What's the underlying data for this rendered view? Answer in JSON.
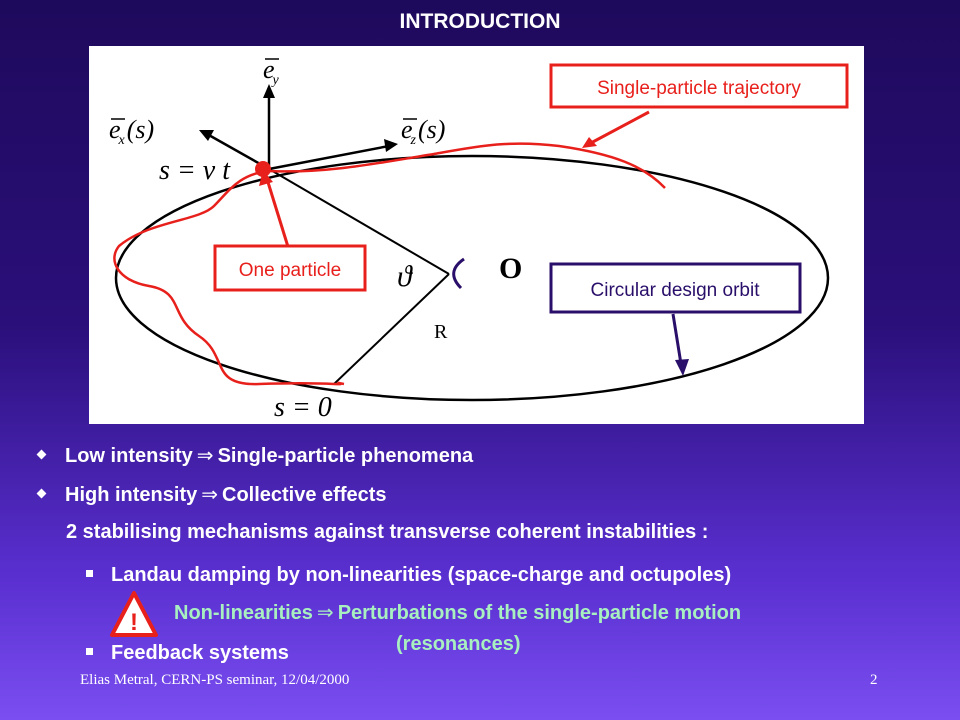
{
  "slide": {
    "title": "INTRODUCTION",
    "footer_left": "Elias Metral, CERN-PS seminar, 12/04/2000",
    "page_number": "2"
  },
  "figure": {
    "label_trajectory": "Single-particle trajectory",
    "label_particle": "One particle",
    "label_orbit": "Circular design orbit",
    "label_center": "O",
    "label_radius": "R",
    "label_theta": "ϑ",
    "label_ey_e": "e",
    "label_ey_sub": "y",
    "label_ex_e": "e",
    "label_ex_sub": "x",
    "label_ex_arg": "(s)",
    "label_ez_e": "e",
    "label_ez_sub": "z",
    "label_ez_arg": "(s)",
    "label_s_vt": "s = v t",
    "label_s_0": "s = 0"
  },
  "bullets": [
    {
      "left": "Low intensity",
      "arrow": "⇒",
      "right": "Single-particle phenomena"
    },
    {
      "left": "High intensity",
      "arrow": "⇒",
      "right": "Collective effects"
    }
  ],
  "mechanisms_intro": "2 stabilising mechanisms against transverse coherent instabilities :",
  "mechanisms": [
    "Landau damping by non-linearities (space-charge and octupoles)",
    "Feedback systems"
  ],
  "warning": {
    "symbol": "!",
    "left": "Non-linearities",
    "arrow": "⇒",
    "right_line1": "Perturbations of the single-particle motion",
    "right_line2": "(resonances)"
  },
  "colors": {
    "red": "#e8201c",
    "navy": "#2a0f6a",
    "green_text": "#a8f0c0"
  }
}
